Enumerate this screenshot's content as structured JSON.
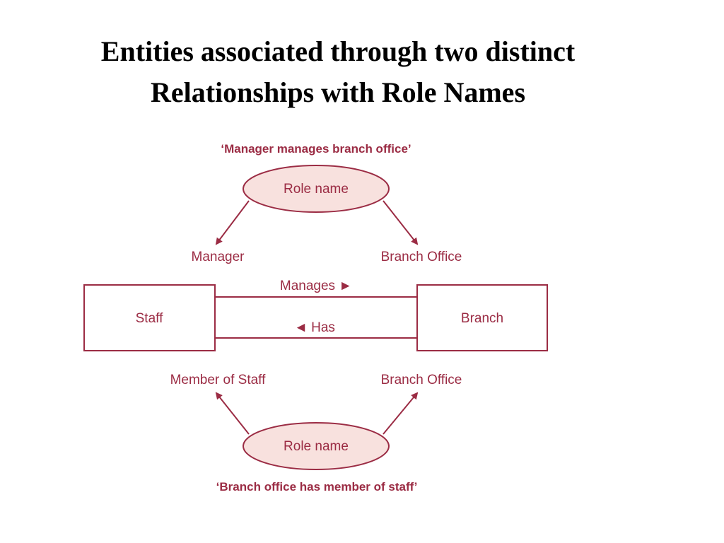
{
  "title": {
    "line1": "Entities associated through two distinct",
    "line2": "Relationships with Role Names"
  },
  "colors": {
    "stroke": "#9b2c44",
    "text": "#9b2c44",
    "ellipse_fill": "#f8e1de"
  },
  "diagram": {
    "top": {
      "quote": "‘Manager manages branch office’",
      "ellipse_label": "Role name",
      "left_role": "Manager",
      "right_role": "Branch Office"
    },
    "entities": {
      "left": "Staff",
      "right": "Branch"
    },
    "relationships": {
      "upper": "Manages ►",
      "lower": "◄ Has"
    },
    "bottom": {
      "left_role": "Member of Staff",
      "right_role": "Branch Office",
      "ellipse_label": "Role name",
      "quote": "‘Branch office has member of staff’"
    }
  }
}
